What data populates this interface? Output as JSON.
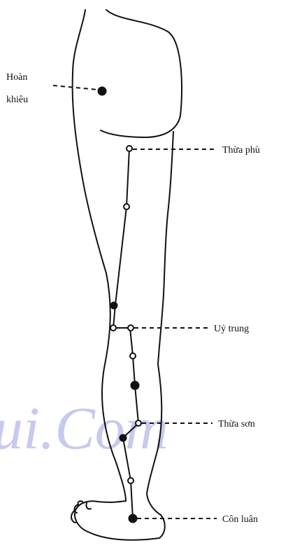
{
  "labels": {
    "hoan_khieu_line1": "Hoàn",
    "hoan_khieu_line2": "khiêu",
    "thua_phu": "Thừa phù",
    "uy_trung": "Uỷ trung",
    "thua_son": "Thừa sơn",
    "con_luan": "Côn luân"
  },
  "watermark": "ui.Com",
  "colors": {
    "ink": "#111111",
    "watermark": "#c7c9ef",
    "background": "#ffffff"
  }
}
